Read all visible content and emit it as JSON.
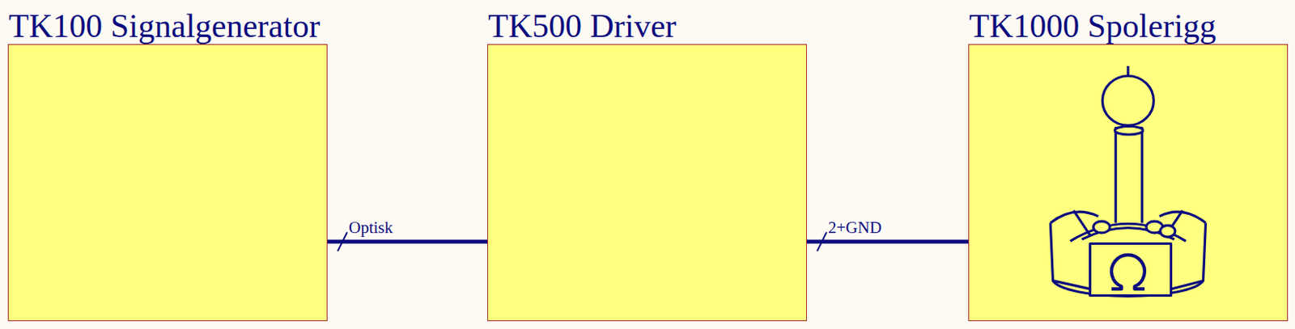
{
  "diagram": {
    "nodes": [
      {
        "text": [
          "TK100 Signalgenerator"
        ]
      },
      {
        "text": [
          "TK500 Driver"
        ]
      },
      {
        "text": [
          "TK1000 Spolerigg"
        ]
      }
    ],
    "edges": [
      {
        "from": 0,
        "to": 1,
        "label": "Optisk",
        "arrow": "none"
      },
      {
        "from": 1,
        "to": 2,
        "label": "2+GND",
        "arrow": "none"
      }
    ]
  }
}
